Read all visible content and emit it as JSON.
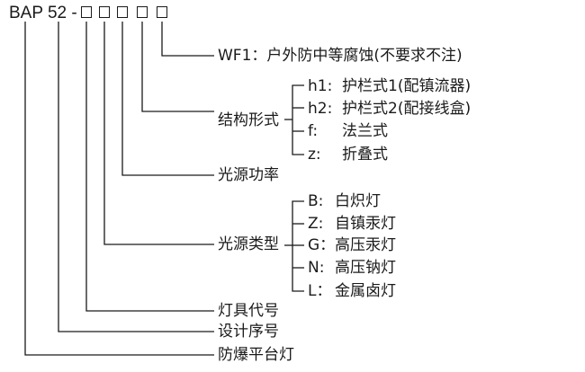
{
  "model": {
    "prefix": "BAP 52 -"
  },
  "levels": {
    "wf1": "WF1：户外防中等腐蚀(不要求不注)",
    "structure": "结构形式",
    "power": "光源功率",
    "light_type": "光源类型",
    "fixture_code": "灯具代号",
    "design_no": "设计序号",
    "product": "防爆平台灯"
  },
  "structure_options": [
    {
      "code": "h1:",
      "text": "护栏式1(配镇流器)"
    },
    {
      "code": "h2:",
      "text": "护栏式2(配接线盒)"
    },
    {
      "code": "f:",
      "text": "法兰式"
    },
    {
      "code": "z:",
      "text": "折叠式"
    }
  ],
  "light_options": [
    {
      "code": "B:",
      "text": "白炽灯"
    },
    {
      "code": "Z:",
      "text": "自镇汞灯"
    },
    {
      "code": "G：",
      "text": "高压汞灯"
    },
    {
      "code": "N:",
      "text": "高压钠灯"
    },
    {
      "code": "L：",
      "text": "金属卤灯"
    }
  ]
}
